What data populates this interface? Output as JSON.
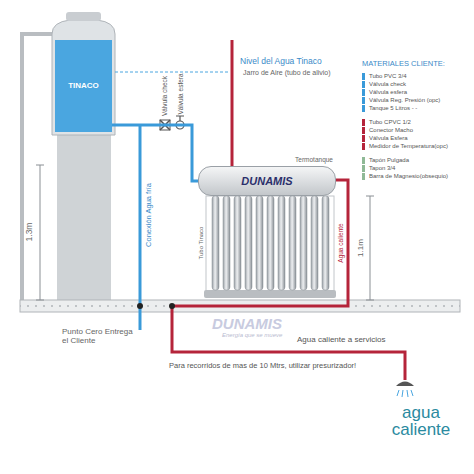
{
  "diagram": {
    "nodes": [
      {
        "text": [
          "TINACO"
        ]
      },
      {
        "text": [
          "Termotanque",
          "DUNAMIS"
        ]
      }
    ],
    "edges": [
      {
        "from": 0,
        "to": 1,
        "arrow": "none"
      }
    ],
    "labels": [
      "Nivel del Agua Tinaco",
      "Jarro de Aire (tubo de alivio)",
      "Válvula check",
      "Válvula esfera",
      "Conexión Agua fría",
      "1.3m",
      "Tubo Tinaco",
      "Agua caliente",
      "1.1m",
      "Punto Cero Entrega el Cliente",
      "Agua caliente a servicios",
      "Para recorridos de mas de 10 Mtrs, utilizar presurizador!",
      "agua caliente",
      "MATERIALES CLIENTE:",
      "DUNAMIS",
      "Energía que se mueve"
    ],
    "legend": [
      {
        "text": "Tubo PVC 3/4",
        "color": "#3a9ad9"
      },
      {
        "text": "Válvula check",
        "color": "#3a9ad9"
      },
      {
        "text": "Válvula esfera",
        "color": "#3a9ad9"
      },
      {
        "text": "Válvula Reg. Presión (opc)",
        "color": "#3a9ad9"
      },
      {
        "text": "Tanque 5 Litros - -",
        "color": "#3a9ad9"
      },
      {
        "text": "Tubo CPVC 1/2",
        "color": "#b5243a"
      },
      {
        "text": "Conector Macho",
        "color": "#b5243a"
      },
      {
        "text": "Válvula Esfera",
        "color": "#b5243a"
      },
      {
        "text": "Medidor de Temperatura(opc)",
        "color": "#b5243a"
      },
      {
        "text": "Tapón Pulgada",
        "color": "#8fb996"
      },
      {
        "text": "Tapon 3/4",
        "color": "#8fb996"
      },
      {
        "text": "Barra de Magnesio(obsequio)",
        "color": "#8fb996"
      }
    ]
  }
}
